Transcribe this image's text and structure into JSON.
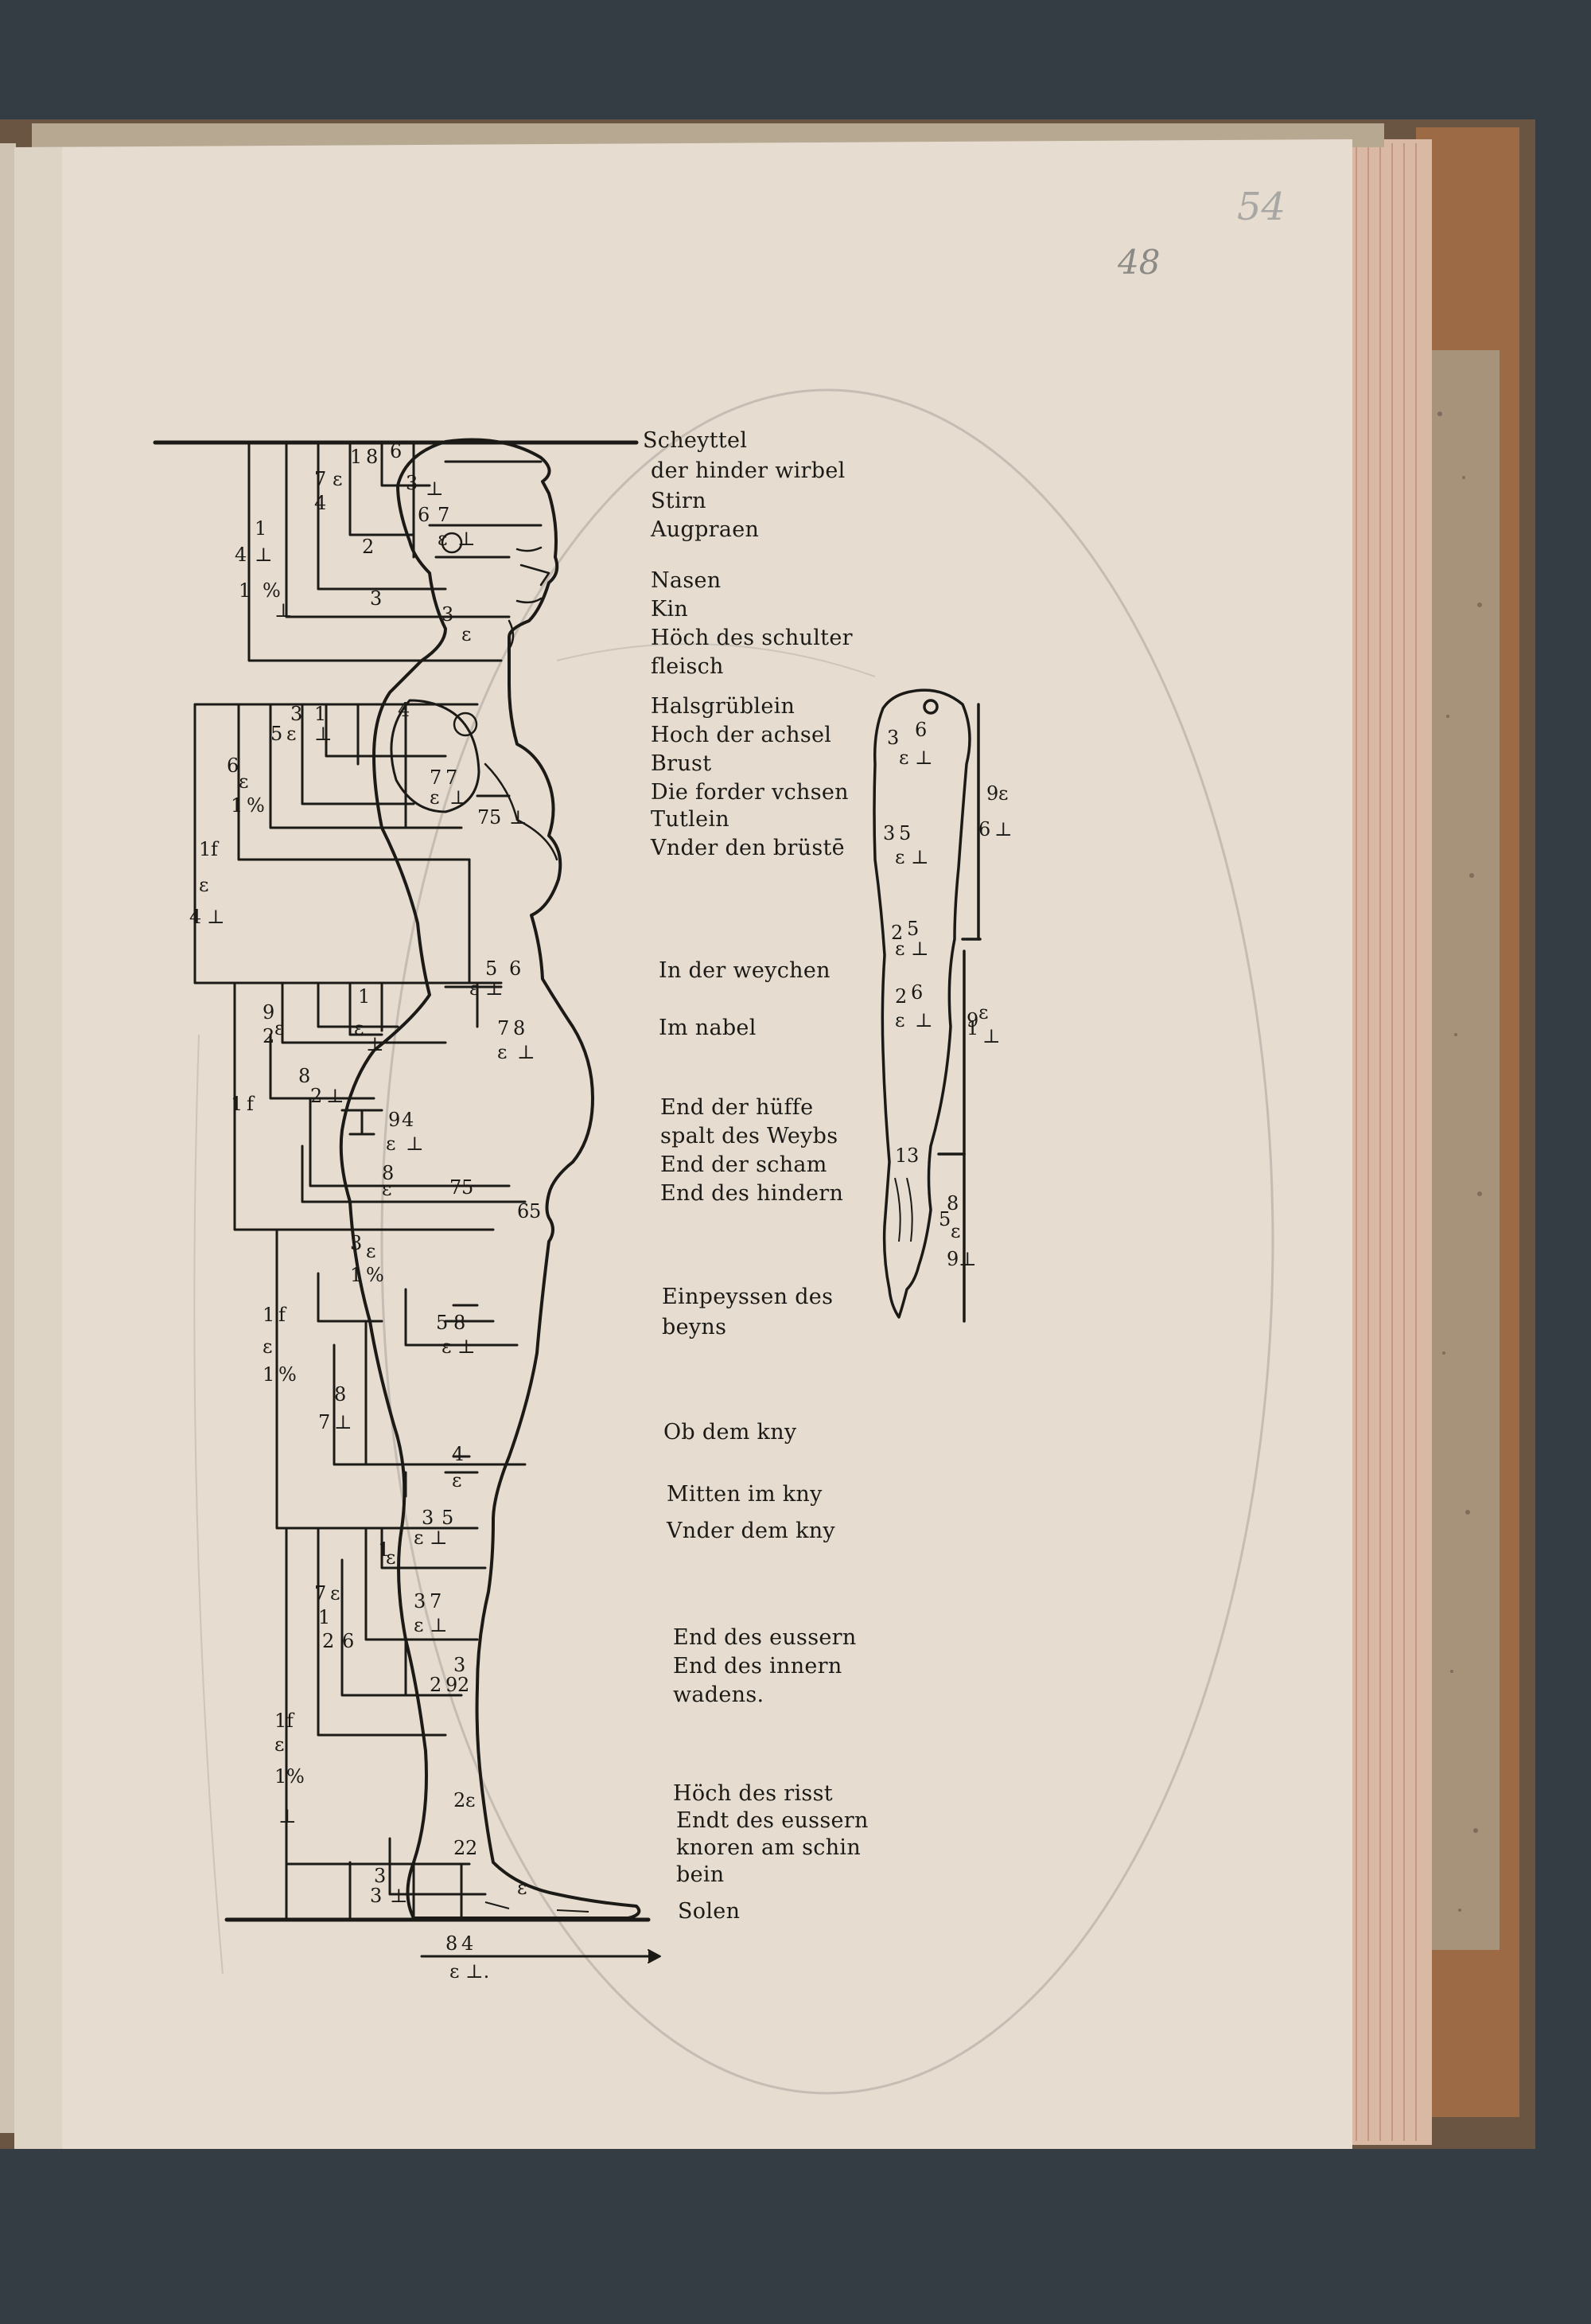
{
  "page": {
    "folio_number": "48",
    "folio_number_alt": "54"
  },
  "figure_labels": [
    "Scheyttel",
    "der hinder wirbel",
    "Stirn",
    "Augpraen",
    "Nasen",
    "Kin",
    "Höch des schulter",
    "fleisch",
    "Halsgrüblein",
    "Hoch der achsel",
    "Brust",
    "Die forder vchsen",
    "Tutlein",
    "Vnder den brüstē",
    "In der weychen",
    "Im nabel",
    "End der hüffe",
    "spalt des Weybs",
    "End der scham",
    "End des hindern",
    "Einpeyssen des",
    "beyns",
    "Ob dem kny",
    "Mitten im kny",
    "Vnder dem kny",
    "End des eussern",
    "End des innern",
    "wadens.",
    "Höch des risst",
    "Endt des eussern",
    "knoren am schin",
    "bein",
    "Solen"
  ],
  "colors": {
    "paper": "#e6ddd0",
    "ink": "#1c1a16",
    "background": "#353d44",
    "page_edge": "#c99a7c",
    "binding": "#b5753f"
  }
}
